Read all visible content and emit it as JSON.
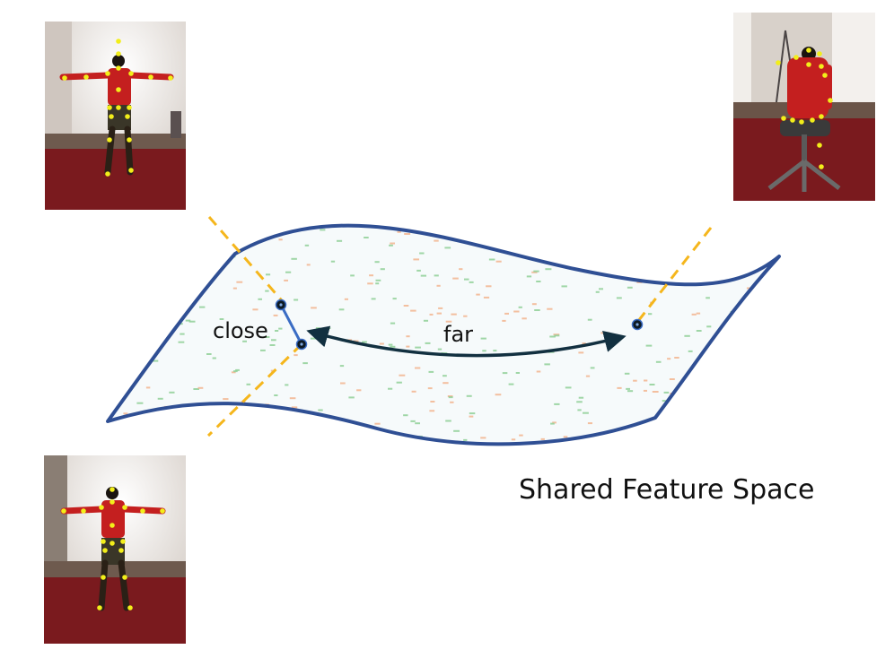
{
  "labels": {
    "close": "close",
    "far": "far",
    "space_title": "Shared Feature Space"
  },
  "photos": [
    {
      "name": "photo-person-standing-tpose-1",
      "pose": "standing-t-pose",
      "view": "back"
    },
    {
      "name": "photo-person-sitting-chair",
      "pose": "sitting",
      "view": "back"
    },
    {
      "name": "photo-person-standing-tpose-2",
      "pose": "standing-t-pose",
      "view": "back"
    }
  ],
  "colors": {
    "manifold_stroke": "#2f4f94",
    "manifold_fill": "#f6fafb",
    "projection_dash": "#f5b61c",
    "far_arrow": "#123040",
    "close_link": "#3a6cc4",
    "keypoint": "#f2ee1a",
    "floor": "#7a1a1e",
    "wall": "#e9e4df",
    "shirt": "#c41f1f",
    "scatter_a": "#8fcf96",
    "scatter_b": "#f2b48e"
  },
  "icons": [
    "feature-point-icon",
    "double-arrow-icon"
  ]
}
